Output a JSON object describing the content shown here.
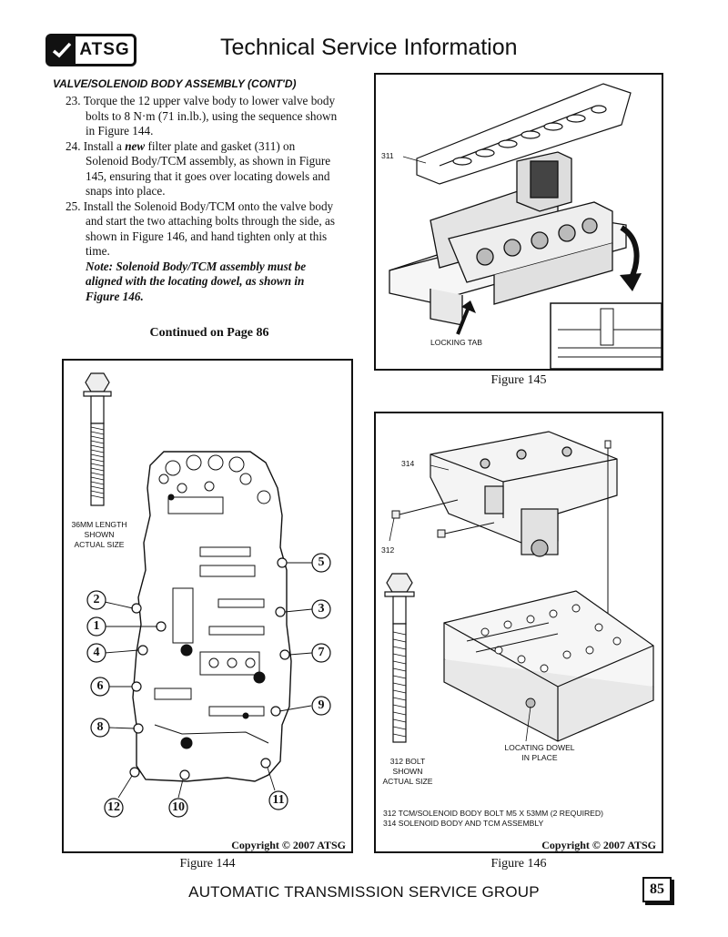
{
  "header": {
    "logo_text": "ATSG",
    "title": "Technical Service Information"
  },
  "section_title": "VALVE/SOLENOID BODY ASSEMBLY (CONT'D)",
  "steps": [
    {
      "num": "23.",
      "text": "Torque the 12 upper valve body to lower valve body bolts to 8 N·m (71 in.lb.), using the sequence shown in Figure 144."
    },
    {
      "num": "24.",
      "text_before": "Install a ",
      "emphasis": "new",
      "text_after": " filter plate and gasket (311) on Solenoid Body/TCM assembly, as shown in Figure 145, ensuring that it goes over locating dowels and snaps into place."
    },
    {
      "num": "25.",
      "text": "Install the Solenoid Body/TCM onto the valve body and start the two attaching bolts through the side, as shown in Figure 146, and hand tighten only at this time."
    }
  ],
  "note": "Note: Solenoid Body/TCM assembly must be aligned with the locating dowel, as shown in Figure 146.",
  "continued": "Continued on Page 86",
  "figure145": {
    "caption": "Figure 145",
    "label_311": "311",
    "locking_tab": "LOCKING TAB"
  },
  "figure144": {
    "caption": "Figure 144",
    "copyright": "Copyright © 2007 ATSG",
    "bolt_note_lines": [
      "36MM LENGTH",
      "SHOWN",
      "ACTUAL SIZE"
    ],
    "sequence": [
      "1",
      "2",
      "3",
      "4",
      "5",
      "6",
      "7",
      "8",
      "9",
      "10",
      "11",
      "12"
    ]
  },
  "figure146": {
    "caption": "Figure 146",
    "copyright": "Copyright © 2007 ATSG",
    "label_314": "314",
    "label_312": "312",
    "bolt_note_lines": [
      "312 BOLT",
      "SHOWN",
      "ACTUAL SIZE"
    ],
    "dowel_lines": [
      "LOCATING DOWEL",
      "IN PLACE"
    ],
    "legend": [
      "312  TCM/SOLENOID BODY BOLT  M5 X 53MM  (2 REQUIRED)",
      "314  SOLENOID BODY AND TCM ASSEMBLY"
    ]
  },
  "footer": {
    "text": "AUTOMATIC TRANSMISSION SERVICE GROUP",
    "page_number": "85"
  }
}
